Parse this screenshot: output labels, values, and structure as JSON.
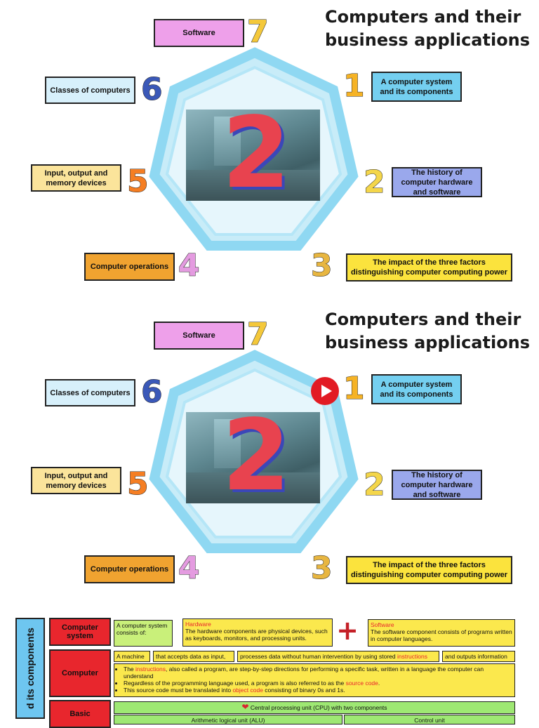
{
  "slides": [
    {
      "title_line1": "Computers and their",
      "title_line2": "business applications",
      "items": [
        {
          "num": "1",
          "label": "A computer system and its components",
          "color": "#74cff0"
        },
        {
          "num": "2",
          "label": "The history of computer hardware and software",
          "color": "#9aa8ec"
        },
        {
          "num": "3",
          "label": "The impact of the three factors distinguishing computer computing power",
          "color": "#fbe33d"
        },
        {
          "num": "4",
          "label": "Computer operations",
          "color": "#f0a330"
        },
        {
          "num": "5",
          "label": "Input, output and memory devices",
          "color": "#fbe49b"
        },
        {
          "num": "6",
          "label": "Classes of computers",
          "color": "#d7f0fb"
        },
        {
          "num": "7",
          "label": "Software",
          "color": "#eea0ea"
        }
      ],
      "center_number": "2",
      "has_play": false
    },
    {
      "title_line1": "Computers and their",
      "title_line2": "business applications",
      "items": [
        {
          "num": "1",
          "label": "A computer system and its components",
          "color": "#74cff0"
        },
        {
          "num": "2",
          "label": "The history of computer hardware and software",
          "color": "#9aa8ec"
        },
        {
          "num": "3",
          "label": "The impact of the three factors distinguishing computer computing power",
          "color": "#fbe33d"
        },
        {
          "num": "4",
          "label": "Computer operations",
          "color": "#f0a330"
        },
        {
          "num": "5",
          "label": "Input, output and memory devices",
          "color": "#fbe49b"
        },
        {
          "num": "6",
          "label": "Classes of computers",
          "color": "#d7f0fb"
        },
        {
          "num": "7",
          "label": "Software",
          "color": "#eea0ea"
        }
      ],
      "center_number": "2",
      "has_play": true
    }
  ],
  "number_colors": {
    "1": "#f6b325",
    "2": "#f4d64a",
    "3": "#e8b640",
    "4": "#e49be0",
    "5": "#f57e23",
    "6": "#3a58b8",
    "7": "#f4c83a"
  },
  "table": {
    "vertical_label": "d its components",
    "rows": {
      "r1_label": "Computer system",
      "r1_text": "A computer system consists of:",
      "hw_title": "Hardware",
      "hw_text": "The hardware components are physical devices, such as keyboards, monitors, and processing units.",
      "plus": "+",
      "sw_title": "Software",
      "sw_text": "The software component consists of programs written in computer languages.",
      "r2_label": "Computer",
      "r2_c1": "A machine",
      "r2_c2": "that accepts data as input,",
      "r2_c3_a": "processes data without human intervention by using stored ",
      "r2_c3_b": "instructions",
      "r2_c4": "and outputs information",
      "b1_a": "The ",
      "b1_b": "instructions",
      "b1_c": ", also called a program, are step-by-step directions for performing a specific task, written in a language the computer can understand",
      "b2_a": "Regardless of the programming language used, a program is also referred to as the ",
      "b2_b": "source code",
      "b2_c": ".",
      "b3_a": "This source code must be translated into ",
      "b3_b": "object code",
      "b3_c": " consisting of binary 0s and 1s.",
      "r3_label": "Basic",
      "cpu_text": "Central processing unit (CPU) with two components",
      "alu_text": "Arithmetic logical unit (ALU)",
      "cu_text": "Control unit"
    }
  }
}
